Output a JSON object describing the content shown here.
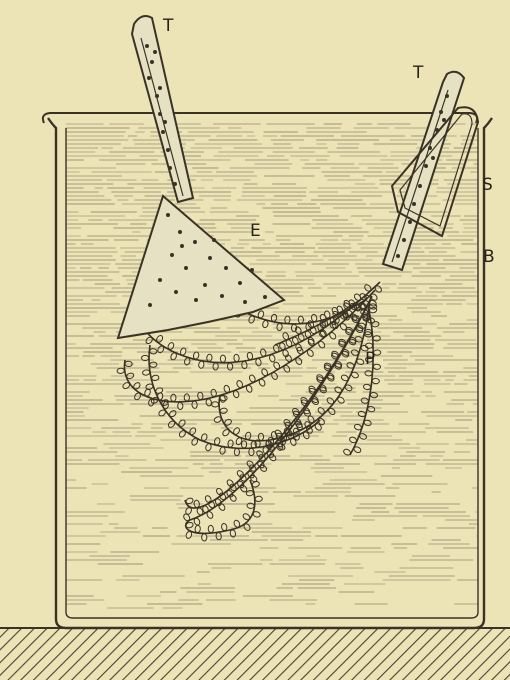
{
  "figure": {
    "labels": {
      "tube_left": "T",
      "tube_right": "T",
      "funnel": "E",
      "support": "S",
      "beaker": "B",
      "plant": "P"
    },
    "colors": {
      "paper": "#ece3b7",
      "ink": "#3a3225",
      "water_line": "#8f876a",
      "hatch": "#4a4234"
    },
    "icons": [
      "beaker-icon",
      "funnel-icon",
      "test-tube-icon",
      "water-plant-icon"
    ]
  }
}
